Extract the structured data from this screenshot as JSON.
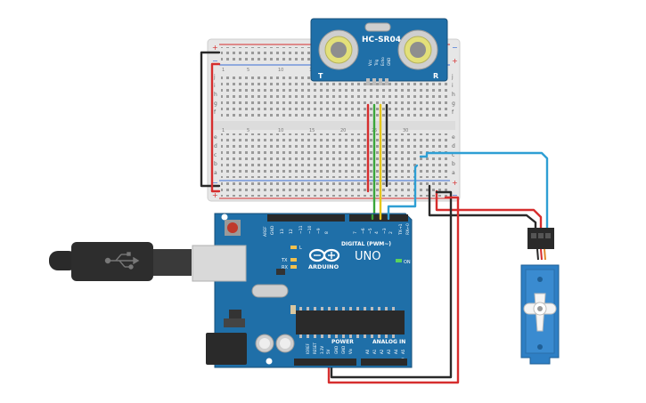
{
  "sensor": {
    "model": "HC-SR04",
    "side_left": "T",
    "side_right": "R",
    "pins": [
      "Vcc",
      "Trig",
      "Echo",
      "GND"
    ]
  },
  "arduino": {
    "brand": "ARDUINO",
    "model": "UNO",
    "digital_header": "DIGITAL (PWM~)",
    "power_header": "POWER",
    "analog_header": "ANALOG IN",
    "on_label": "ON",
    "l_label": "L",
    "tx_label": "TX",
    "rx_label": "RX",
    "aref": "AREF",
    "gnd": "GND",
    "digital_pins": [
      "13",
      "12",
      "~11",
      "~10",
      "~9",
      "8",
      "7",
      "~6",
      "~5",
      "4",
      "~3",
      "2",
      "TX→1",
      "RX←0"
    ],
    "power_pins": [
      "IOREF",
      "RESET",
      "3.3V",
      "5V",
      "GND",
      "GND",
      "Vin"
    ],
    "analog_pins": [
      "A0",
      "A1",
      "A2",
      "A3",
      "A4",
      "A5"
    ]
  },
  "breadboard": {
    "row_letters_top": [
      "j",
      "i",
      "h",
      "g",
      "f"
    ],
    "row_letters_bottom": [
      "e",
      "d",
      "c",
      "b",
      "a"
    ],
    "rail_plus": "+",
    "rail_minus": "−",
    "column_numbers": [
      "1",
      "5",
      "10",
      "15",
      "20",
      "25",
      "30"
    ]
  },
  "colors": {
    "board": "#1f6fa8",
    "wire_red": "#d62e2e",
    "wire_black": "#2a2a2a",
    "wire_green": "#3aa63a",
    "wire_yellow": "#e6c619",
    "wire_blue": "#2f9fd4",
    "servo": "#2e7fc4"
  }
}
